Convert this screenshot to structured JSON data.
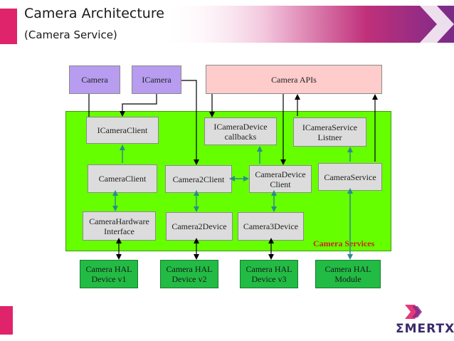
{
  "slide": {
    "title": "Camera Architecture",
    "subtitle": "(Camera Service)",
    "logo_text": "ΣMERTXE"
  },
  "colors": {
    "accent": "#e0246b",
    "region_fill": "#66ff00",
    "hal_fill": "#22bb44",
    "api_fill": "#ffcccc",
    "camera_fill": "#b79cf0",
    "node_fill": "#dcdcdc",
    "arrow": "#2e8b8b",
    "connector": "#000000",
    "region_label": "#cc2222"
  },
  "diagram": {
    "region_label": "Camera Services",
    "nodes": {
      "camera": "Camera",
      "icamera": "ICamera",
      "camera_apis": "Camera APIs",
      "icameraclient": "ICameraClient",
      "icameradevice_callbacks": "ICameraDevice\ncallbacks",
      "icameraservice_listner": "ICameraService\nListner",
      "cameraclient": "CameraClient",
      "camera2client": "Camera2Client",
      "cameradevice_client": "CameraDevice\nClient",
      "cameraservice": "CameraService",
      "camerahardware_interface": "CameraHardware\nInterface",
      "camera2device": "Camera2Device",
      "camera3device": "Camera3Device",
      "hal_v1": "Camera HAL\nDevice v1",
      "hal_v2": "Camera HAL\nDevice v2",
      "hal_v3": "Camera HAL\nDevice v3",
      "hal_module": "Camera HAL\nModule"
    }
  }
}
